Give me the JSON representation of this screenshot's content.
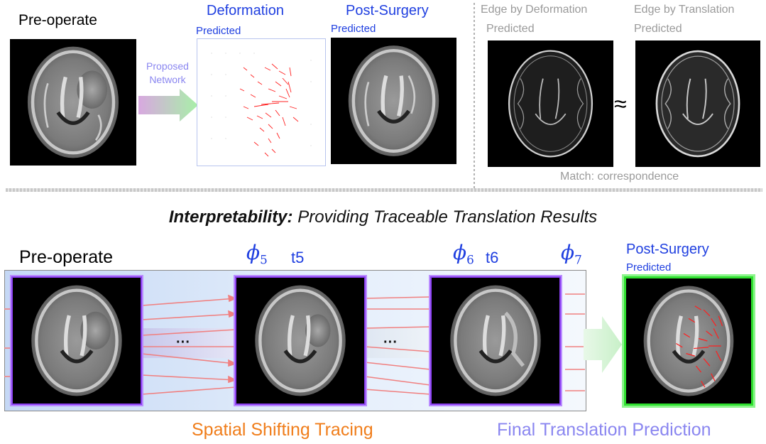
{
  "top": {
    "pre_operate": "Pre-operate",
    "proposed_network": [
      "Proposed",
      "Network"
    ],
    "deformation": "Deformation",
    "deformation_sub": "Predicted",
    "post_surgery": "Post-Surgery",
    "post_surgery_sub": "Predicted",
    "edge_deformation": "Edge by Deformation",
    "edge_deformation_sub": "Predicted",
    "edge_translation": "Edge by Translation",
    "edge_translation_sub": "Predicted",
    "approx": "≈",
    "match": "Match: correspondence"
  },
  "middle": {
    "title_bold": "Interpretability:",
    "title_rest": " Providing Traceable Translation Results"
  },
  "bottom": {
    "pre_operate": "Pre-operate",
    "phi5": "ϕ",
    "phi5_sub": "5",
    "t5": "t5",
    "phi6": "ϕ",
    "phi6_sub": "6",
    "t6": "t6",
    "phi7": "ϕ",
    "phi7_sub": "7",
    "dots": "···",
    "post_surgery": "Post-Surgery",
    "post_surgery_sub": "Predicted",
    "spatial_label": "Spatial Shifting Tracing",
    "final_label": "Final Translation Prediction"
  },
  "colors": {
    "blue_text": "#1f3fe0",
    "orange_text": "#f07d1a",
    "lavender_text": "#8a86f0",
    "trace_line": "#f08080",
    "purple_frame": "#8a3ff0",
    "green_frame": "#2fe02f",
    "vector": "#ff2020"
  }
}
